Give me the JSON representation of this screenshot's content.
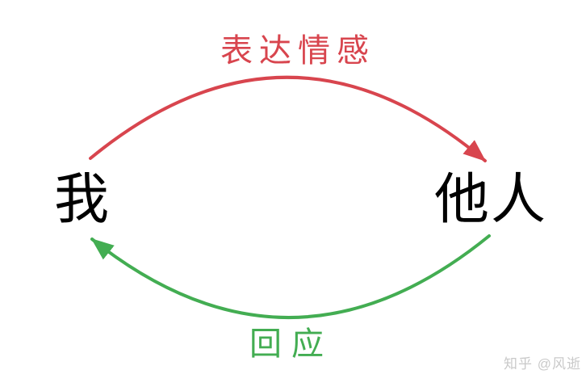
{
  "colors": {
    "red": "#d8454e",
    "green": "#43ad52",
    "node_text": "#000000",
    "watermark": "#c9c9c9",
    "background": "#ffffff"
  },
  "diagram": {
    "nodes": {
      "left": "我",
      "right": "他人"
    },
    "arrows": {
      "top": {
        "label": "表达情感",
        "from": "我",
        "to": "他人",
        "color": "#d8454e",
        "shape": "arc-over-top"
      },
      "bottom": {
        "label": "回应",
        "from": "他人",
        "to": "我",
        "color": "#43ad52",
        "shape": "arc-under-bottom"
      }
    },
    "watermark": "知乎 @风逝"
  }
}
